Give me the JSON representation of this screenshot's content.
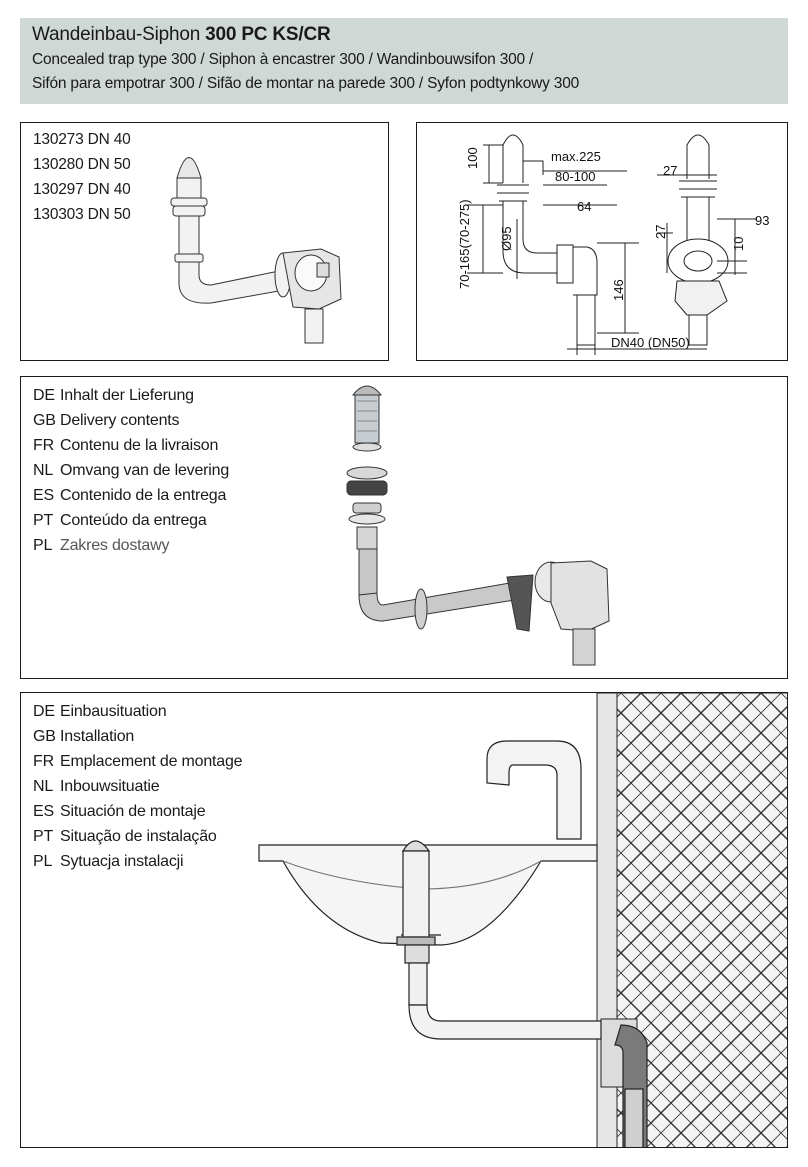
{
  "header": {
    "title_prefix": "Wandeinbau-Siphon ",
    "title_bold": "300 PC KS/CR",
    "subtitle_line1": "Concealed trap type 300 / Siphon à encastrer 300 / Wandinbouwsifon 300 /",
    "subtitle_line2": "Sifón para empotrar 300 / Sifão de montar na parede 300 / Syfon podtynkowy 300"
  },
  "articles": [
    "130273 DN 40",
    "130280 DN 50",
    "130297 DN 40",
    "130303 DN 50"
  ],
  "dimensions": {
    "h100": "100",
    "max225": "max.225",
    "r80_100": "80-100",
    "d64": "64",
    "dia95": "Ø95",
    "range": "70-165(70-275)",
    "h146": "146",
    "dn": "DN40 (DN50)",
    "w27a": "27",
    "w93": "93",
    "h27b": "27",
    "h10": "10"
  },
  "delivery": {
    "rows": [
      {
        "code": "DE",
        "text": "Inhalt der Lieferung"
      },
      {
        "code": "GB",
        "text": "Delivery contents"
      },
      {
        "code": "FR",
        "text": "Contenu de la livraison"
      },
      {
        "code": "NL",
        "text": "Omvang van de levering"
      },
      {
        "code": "ES",
        "text": "Contenido de la entrega"
      },
      {
        "code": "PT",
        "text": "Conteúdo da entrega"
      },
      {
        "code": "PL",
        "text": "Zakres dostawy"
      }
    ]
  },
  "installation": {
    "rows": [
      {
        "code": "DE",
        "text": "Einbausituation"
      },
      {
        "code": "GB",
        "text": "Installation"
      },
      {
        "code": "FR",
        "text": "Emplacement de montage"
      },
      {
        "code": "NL",
        "text": "Inbouwsituatie"
      },
      {
        "code": "ES",
        "text": "Situación de montaje"
      },
      {
        "code": "PT",
        "text": "Situação de instalação"
      },
      {
        "code": "PL",
        "text": "Sytuacja instalacji"
      }
    ]
  }
}
